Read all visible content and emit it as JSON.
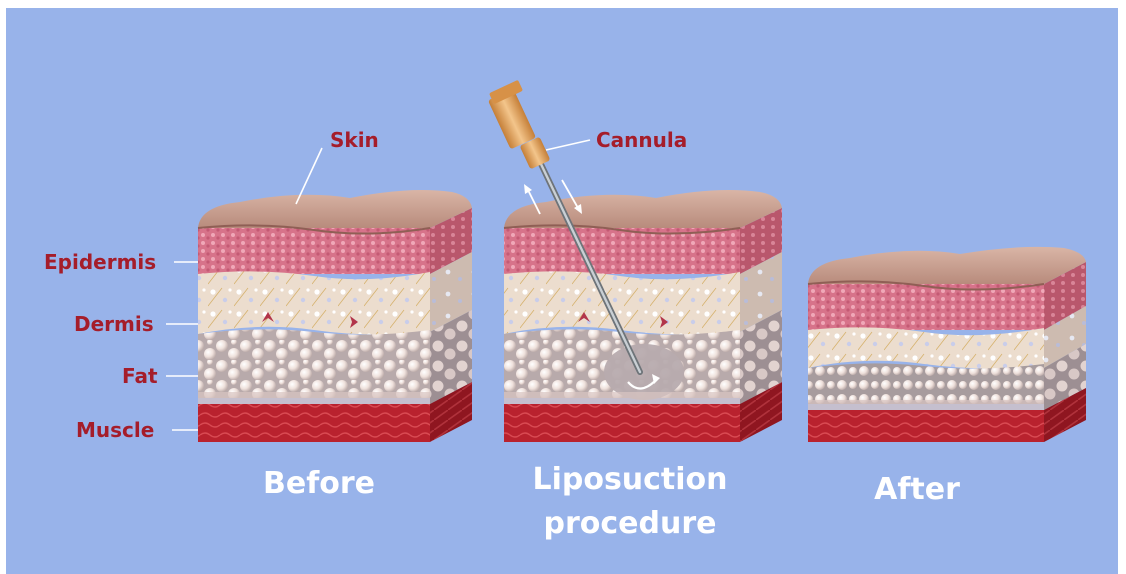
{
  "labels": {
    "skin": "Skin",
    "epidermis": "Epidermis",
    "dermis": "Dermis",
    "fat": "Fat",
    "muscle": "Muscle",
    "cannula": "Cannula"
  },
  "captions": {
    "before": "Before",
    "procedure_line1": "Liposuction",
    "procedure_line2": "procedure",
    "after": "After"
  },
  "colors": {
    "background": "#98b3ea",
    "label_text": "#a51d2a",
    "caption_text": "#ffffff",
    "skin_top": "#c9a293",
    "epidermis": "#d9778a",
    "dermis": "#eadbcb",
    "fat": "#cfc3c1",
    "muscle": "#b6222d",
    "cannula_handle": "#e0a45c"
  }
}
